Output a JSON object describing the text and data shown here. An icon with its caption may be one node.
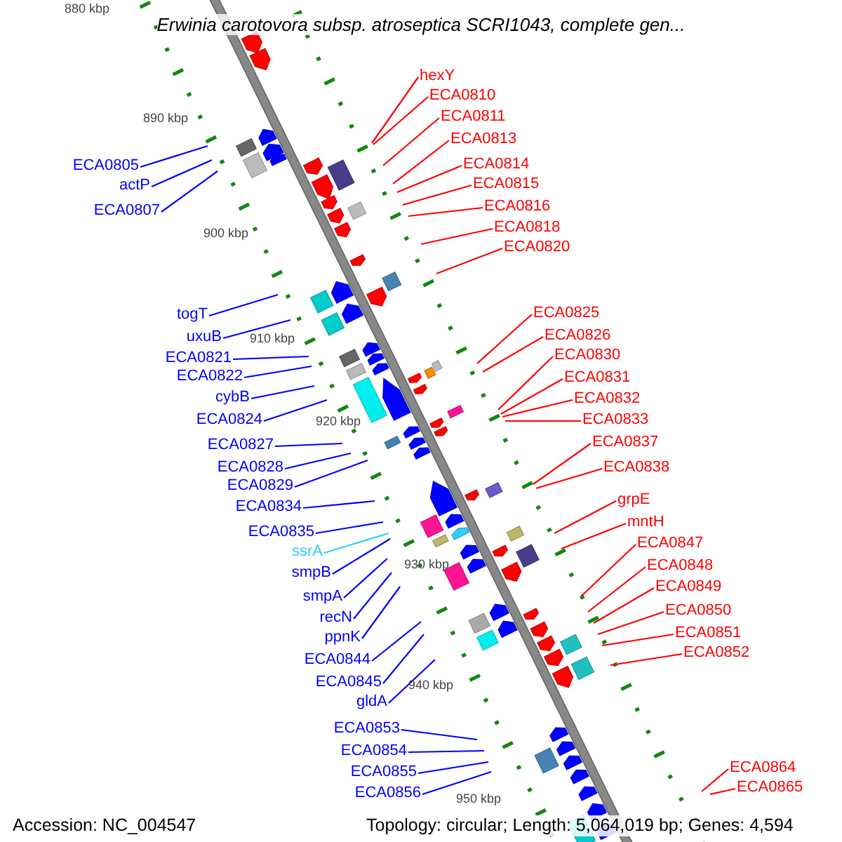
{
  "diagram": {
    "title": "Erwinia carotovora subsp. atroseptica SCRI1043, complete gen...",
    "nodes": [
      {
        "text": [
          "ECA0805"
        ]
      },
      {
        "text": [
          "actP"
        ]
      },
      {
        "text": [
          "ECA0807"
        ]
      },
      {
        "text": [
          "togT"
        ]
      },
      {
        "text": [
          "uxuB"
        ]
      },
      {
        "text": [
          "ECA0821"
        ]
      },
      {
        "text": [
          "ECA0822"
        ]
      },
      {
        "text": [
          "cybB"
        ]
      },
      {
        "text": [
          "ECA0824"
        ]
      },
      {
        "text": [
          "ECA0827"
        ]
      },
      {
        "text": [
          "ECA0828"
        ]
      },
      {
        "text": [
          "ECA0829"
        ]
      },
      {
        "text": [
          "ECA0834"
        ]
      },
      {
        "text": [
          "ECA0835"
        ]
      },
      {
        "text": [
          "ssrA"
        ]
      },
      {
        "text": [
          "smpB"
        ]
      },
      {
        "text": [
          "smpA"
        ]
      },
      {
        "text": [
          "recN"
        ]
      },
      {
        "text": [
          "ppnK"
        ]
      },
      {
        "text": [
          "ECA0844"
        ]
      },
      {
        "text": [
          "ECA0845"
        ]
      },
      {
        "text": [
          "gldA"
        ]
      },
      {
        "text": [
          "ECA0853"
        ]
      },
      {
        "text": [
          "ECA0854"
        ]
      },
      {
        "text": [
          "ECA0855"
        ]
      },
      {
        "text": [
          "ECA0856"
        ]
      },
      {
        "text": [
          "hexY"
        ]
      },
      {
        "text": [
          "ECA0810"
        ]
      },
      {
        "text": [
          "ECA0811"
        ]
      },
      {
        "text": [
          "ECA0813"
        ]
      },
      {
        "text": [
          "ECA0814"
        ]
      },
      {
        "text": [
          "ECA0815"
        ]
      },
      {
        "text": [
          "ECA0816"
        ]
      },
      {
        "text": [
          "ECA0818"
        ]
      },
      {
        "text": [
          "ECA0820"
        ]
      },
      {
        "text": [
          "ECA0825"
        ]
      },
      {
        "text": [
          "ECA0826"
        ]
      },
      {
        "text": [
          "ECA0830"
        ]
      },
      {
        "text": [
          "ECA0831"
        ]
      },
      {
        "text": [
          "ECA0832"
        ]
      },
      {
        "text": [
          "ECA0833"
        ]
      },
      {
        "text": [
          "ECA0837"
        ]
      },
      {
        "text": [
          "ECA0838"
        ]
      },
      {
        "text": [
          "grpE"
        ]
      },
      {
        "text": [
          "mntH"
        ]
      },
      {
        "text": [
          "ECA0847"
        ]
      },
      {
        "text": [
          "ECA0848"
        ]
      },
      {
        "text": [
          "ECA0849"
        ]
      },
      {
        "text": [
          "ECA0850"
        ]
      },
      {
        "text": [
          "ECA0851"
        ]
      },
      {
        "text": [
          "ECA0852"
        ]
      },
      {
        "text": [
          "ECA0864"
        ]
      },
      {
        "text": [
          "ECA0865"
        ]
      }
    ],
    "edges": [
      {
        "from": 0,
        "to": null,
        "arrow": "none",
        "color": "#0000ff"
      },
      {
        "from": 1,
        "to": null,
        "arrow": "none",
        "color": "#0000ff"
      },
      {
        "from": 2,
        "to": null,
        "arrow": "none",
        "color": "#0000ff"
      },
      {
        "from": 3,
        "to": null,
        "arrow": "none",
        "color": "#0000ff"
      },
      {
        "from": 4,
        "to": null,
        "arrow": "none",
        "color": "#0000ff"
      },
      {
        "from": 5,
        "to": null,
        "arrow": "none",
        "color": "#0000ff"
      },
      {
        "from": 6,
        "to": null,
        "arrow": "none",
        "color": "#0000ff"
      },
      {
        "from": 7,
        "to": null,
        "arrow": "none",
        "color": "#0000ff"
      },
      {
        "from": 8,
        "to": null,
        "arrow": "none",
        "color": "#0000ff"
      },
      {
        "from": 9,
        "to": null,
        "arrow": "none",
        "color": "#0000ff"
      },
      {
        "from": 10,
        "to": null,
        "arrow": "none",
        "color": "#0000ff"
      },
      {
        "from": 11,
        "to": null,
        "arrow": "none",
        "color": "#0000ff"
      },
      {
        "from": 12,
        "to": null,
        "arrow": "none",
        "color": "#0000ff"
      },
      {
        "from": 13,
        "to": null,
        "arrow": "none",
        "color": "#0000ff"
      },
      {
        "from": 14,
        "to": null,
        "arrow": "none",
        "color": "#33ccff"
      },
      {
        "from": 15,
        "to": null,
        "arrow": "none",
        "color": "#0000ff"
      },
      {
        "from": 16,
        "to": null,
        "arrow": "none",
        "color": "#0000ff"
      },
      {
        "from": 17,
        "to": null,
        "arrow": "none",
        "color": "#0000ff"
      },
      {
        "from": 18,
        "to": null,
        "arrow": "none",
        "color": "#0000ff"
      },
      {
        "from": 19,
        "to": null,
        "arrow": "none",
        "color": "#0000ff"
      },
      {
        "from": 20,
        "to": null,
        "arrow": "none",
        "color": "#0000ff"
      },
      {
        "from": 21,
        "to": null,
        "arrow": "none",
        "color": "#0000ff"
      },
      {
        "from": 22,
        "to": null,
        "arrow": "none",
        "color": "#0000ff"
      },
      {
        "from": 23,
        "to": null,
        "arrow": "none",
        "color": "#0000ff"
      },
      {
        "from": 24,
        "to": null,
        "arrow": "none",
        "color": "#0000ff"
      },
      {
        "from": 25,
        "to": null,
        "arrow": "none",
        "color": "#0000ff"
      },
      {
        "from": 26,
        "to": null,
        "arrow": "none"
      },
      {
        "from": 27,
        "to": null,
        "arrow": "none"
      },
      {
        "from": 28,
        "to": null,
        "arrow": "none"
      },
      {
        "from": 29,
        "to": null,
        "arrow": "none"
      },
      {
        "from": 30,
        "to": null,
        "arrow": "none"
      },
      {
        "from": 31,
        "to": null,
        "arrow": "none"
      },
      {
        "from": 32,
        "to": null,
        "arrow": "none"
      },
      {
        "from": 33,
        "to": null,
        "arrow": "none"
      },
      {
        "from": 34,
        "to": null,
        "arrow": "none"
      },
      {
        "from": 35,
        "to": null,
        "arrow": "none"
      },
      {
        "from": 36,
        "to": null,
        "arrow": "none"
      },
      {
        "from": 37,
        "to": null,
        "arrow": "none"
      },
      {
        "from": 38,
        "to": null,
        "arrow": "none"
      },
      {
        "from": 39,
        "to": null,
        "arrow": "none"
      },
      {
        "from": 40,
        "to": null,
        "arrow": "none"
      },
      {
        "from": 41,
        "to": null,
        "arrow": "none"
      },
      {
        "from": 42,
        "to": null,
        "arrow": "none"
      },
      {
        "from": 43,
        "to": null,
        "arrow": "none"
      },
      {
        "from": 44,
        "to": null,
        "arrow": "none"
      },
      {
        "from": 45,
        "to": null,
        "arrow": "none"
      },
      {
        "from": 46,
        "to": null,
        "arrow": "none"
      },
      {
        "from": 47,
        "to": null,
        "arrow": "none"
      },
      {
        "from": 48,
        "to": null,
        "arrow": "none"
      },
      {
        "from": 49,
        "to": null,
        "arrow": "none"
      },
      {
        "from": 50,
        "to": null,
        "arrow": "none"
      },
      {
        "from": 51,
        "to": null,
        "arrow": "none"
      },
      {
        "from": 52,
        "to": null,
        "arrow": "none"
      }
    ],
    "labels": [
      "880 kbp",
      "890 kbp",
      "900 kbp",
      "910 kbp",
      "920 kbp",
      "930 kbp",
      "940 kbp",
      "950 kbp",
      "Accession: NC_004547",
      "Topology: circular; Length: 5,064,019 bp; Genes: 4,594"
    ]
  }
}
